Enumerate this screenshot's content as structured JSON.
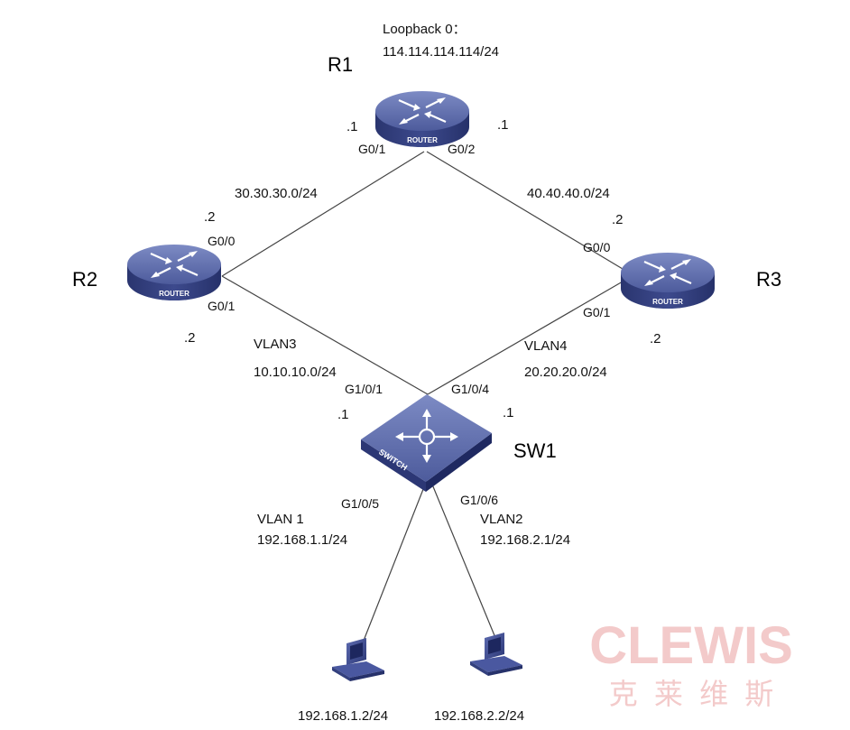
{
  "devices": {
    "r1": {
      "name": "R1",
      "type_label": "ROUTER"
    },
    "r2": {
      "name": "R2",
      "type_label": "ROUTER"
    },
    "r3": {
      "name": "R3",
      "type_label": "ROUTER"
    },
    "sw1": {
      "name": "SW1",
      "type_label": "SWITCH"
    }
  },
  "loopback": {
    "title": "Loopback 0：",
    "address": "114.114.114.114/24"
  },
  "r1_ports": {
    "g0_1": "G0/1",
    "g0_2": "G0/2",
    "host_left": ".1",
    "host_right": ".1"
  },
  "r2_ports": {
    "g0_0": "G0/0",
    "g0_1": "G0/1",
    "host_top": ".2",
    "host_bottom": ".2"
  },
  "r3_ports": {
    "g0_0": "G0/0",
    "g0_1": "G0/1",
    "host_top": ".2",
    "host_bottom": ".2"
  },
  "sw1_ports": {
    "g1_0_1": "G1/0/1",
    "g1_0_4": "G1/0/4",
    "g1_0_5": "G1/0/5",
    "g1_0_6": "G1/0/6",
    "host_left": ".1",
    "host_right": ".1"
  },
  "links": {
    "r1_r2": {
      "network": "30.30.30.0/24"
    },
    "r1_r3": {
      "network": "40.40.40.0/24"
    },
    "r2_sw1": {
      "vlan": "VLAN3",
      "network": "10.10.10.0/24"
    },
    "r3_sw1": {
      "vlan": "VLAN4",
      "network": "20.20.20.0/24"
    }
  },
  "access_vlans": {
    "vlan1": {
      "name": "VLAN 1",
      "gateway": "192.168.1.1/24"
    },
    "vlan2": {
      "name": "VLAN2",
      "gateway": "192.168.2.1/24"
    }
  },
  "hosts": {
    "pc1": {
      "ip": "192.168.1.2/24"
    },
    "pc2": {
      "ip": "192.168.2.2/24"
    }
  },
  "watermark": {
    "brand": "CLEWIS",
    "chinese": "克 莱 维 斯"
  },
  "colors": {
    "device_top": "#5b6aa6",
    "device_side": "#2e3a78",
    "line": "#444444",
    "watermark": "#f3caca"
  }
}
